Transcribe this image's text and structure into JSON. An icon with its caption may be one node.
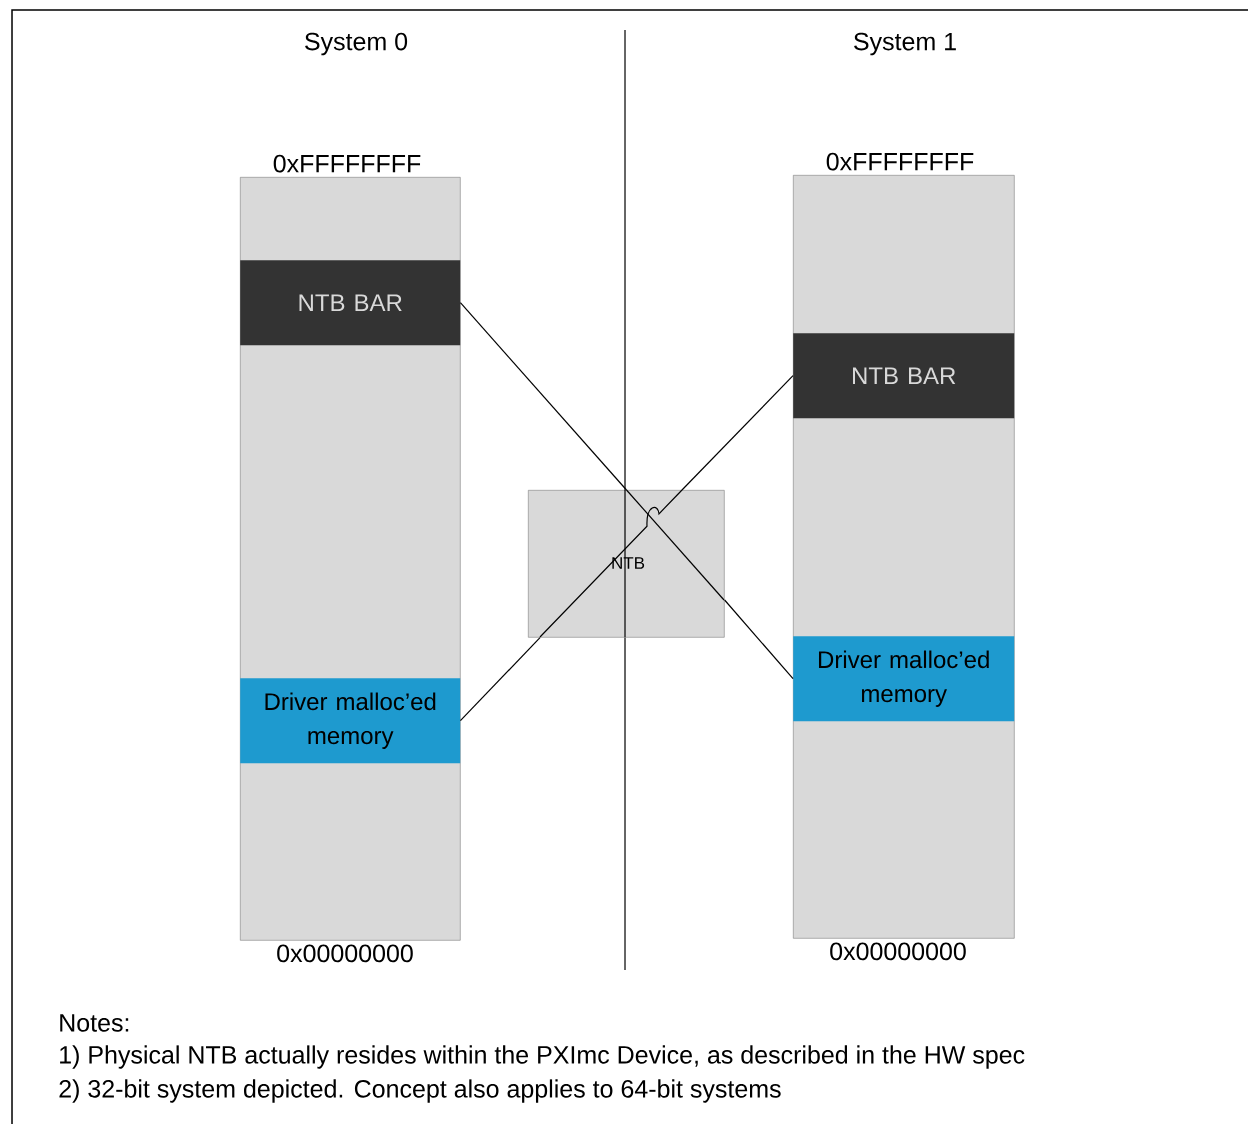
{
  "diagram": {
    "nodes": [
      {
        "text": [
          "0xFFFFFFFF",
          "0x00000000"
        ]
      },
      {
        "text": [
          "NTB BAR"
        ],
        "in": 0
      },
      {
        "text": [
          "Driver malloc’ed memory"
        ],
        "in": 0
      },
      {
        "text": [
          "0xFFFFFFFF",
          "0x00000000"
        ]
      },
      {
        "text": [
          "NTB BAR"
        ],
        "in": 3
      },
      {
        "text": [
          "Driver malloc’ed memory"
        ],
        "in": 3
      },
      {
        "text": [
          "NTB"
        ]
      }
    ],
    "edges": [
      {
        "from": 1,
        "to": 6,
        "arrow": "none"
      },
      {
        "from": 6,
        "to": 5,
        "arrow": "none"
      },
      {
        "from": 4,
        "to": 6,
        "arrow": "none"
      },
      {
        "from": 6,
        "to": 2,
        "arrow": "none"
      }
    ],
    "labels": [
      "System 0",
      "System 1",
      "Notes:",
      "1) Physical NTB actually resides within the PXImc Device, as described in the HW spec",
      "2) 32-bit system depicted.  Concept also applies to 64-bit systems"
    ]
  }
}
